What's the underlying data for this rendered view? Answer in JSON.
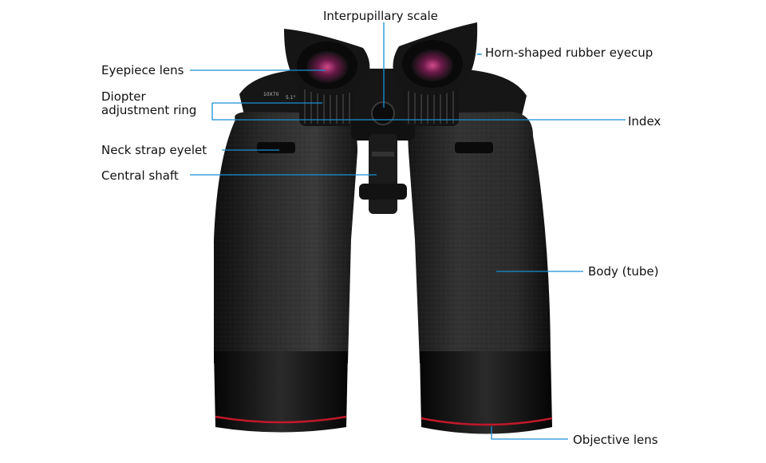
{
  "colors": {
    "leader_line": "#1a8fd6",
    "body": "#1c1c1c",
    "accent_ring": "#c0182a",
    "lens_tint": "#8a1d5a"
  },
  "model_marking": "10X70",
  "field_marking": "5.1°",
  "labels": {
    "interpupillary_scale": "Interpupillary scale",
    "eyepiece_lens": "Eyepiece lens",
    "horn_eyecup": "Horn-shaped rubber eyecup",
    "diopter_line1": "Diopter",
    "diopter_line2": "adjustment ring",
    "index": "Index",
    "neck_strap_eyelet": "Neck strap eyelet",
    "central_shaft": "Central shaft",
    "body_tube": "Body (tube)",
    "objective_lens": "Objective lens"
  }
}
